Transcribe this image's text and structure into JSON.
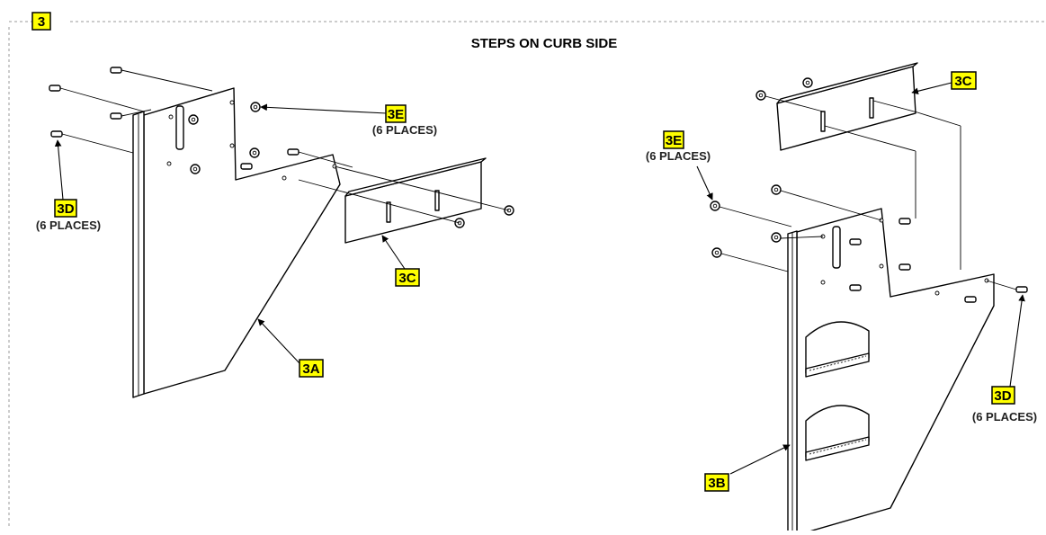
{
  "step_number": "3",
  "title": "STEPS ON CURB SIDE",
  "colors": {
    "label_bg": "#ffff00",
    "border": "#000000",
    "frame": "#aaaaaa"
  },
  "callouts": {
    "left_3e": {
      "id": "3E",
      "note": "(6 PLACES)"
    },
    "left_3d": {
      "id": "3D",
      "note": "(6 PLACES)"
    },
    "left_3c": {
      "id": "3C"
    },
    "left_3a": {
      "id": "3A"
    },
    "right_3c": {
      "id": "3C"
    },
    "right_3e": {
      "id": "3E",
      "note": "(6 PLACES)"
    },
    "right_3d": {
      "id": "3D",
      "note": "(6 PLACES)"
    },
    "right_3b": {
      "id": "3B"
    }
  }
}
